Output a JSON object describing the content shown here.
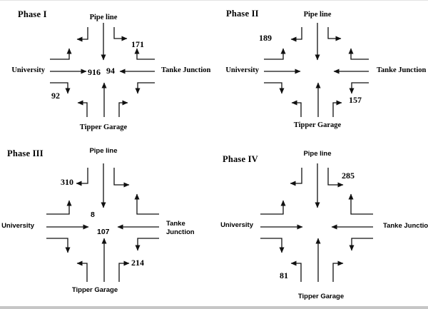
{
  "figure": {
    "description": "Traffic signal phasing diagrams of a four-leg intersection with turning movement counts",
    "line_color": "#111111",
    "edge_band_color": "#c6c6c6",
    "phases": [
      {
        "title": "Phase I",
        "roads": {
          "top": "Pipe line",
          "left": "University",
          "right": "Tanke Junction",
          "bottom": "Tipper Garage"
        },
        "counts": [
          {
            "approach": "Tanke Junction",
            "movement": "turn-to-north",
            "value": "171"
          },
          {
            "approach": "University",
            "movement": "through-eastbound",
            "value": "916"
          },
          {
            "approach": "Tanke Junction",
            "movement": "through-westbound",
            "value": "94"
          },
          {
            "approach": "University",
            "movement": "turn-to-south",
            "value": "92"
          }
        ]
      },
      {
        "title": "Phase II",
        "roads": {
          "top": "Pipe line",
          "left": "University",
          "right": "Tanke Junction",
          "bottom": "Tipper Garage"
        },
        "counts": [
          {
            "approach": "University",
            "movement": "turn-to-north",
            "value": "189"
          },
          {
            "approach": "Tanke Junction",
            "movement": "turn-to-south",
            "value": "157"
          }
        ]
      },
      {
        "title": "Phase III",
        "roads": {
          "top": "Pipe line",
          "left": "University",
          "right": "Tanke Junction",
          "bottom": "Tipper Garage"
        },
        "counts": [
          {
            "approach": "Pipe line",
            "movement": "turn-to-west",
            "value": "310"
          },
          {
            "approach": "Pipe line",
            "movement": "through-southbound",
            "value": "8"
          },
          {
            "approach": "Tipper Garage",
            "movement": "through-northbound",
            "value": "107"
          },
          {
            "approach": "Tipper Garage",
            "movement": "turn-to-east",
            "value": "214"
          }
        ]
      },
      {
        "title": "Phase IV",
        "roads": {
          "top": "Pipe line",
          "left": "University",
          "right": "Tanke Junction",
          "bottom": "Tipper Garage"
        },
        "counts": [
          {
            "approach": "Pipe line",
            "movement": "turn-to-east",
            "value": "285"
          },
          {
            "approach": "Tipper Garage",
            "movement": "turn-to-west",
            "value": "81"
          }
        ]
      }
    ]
  }
}
